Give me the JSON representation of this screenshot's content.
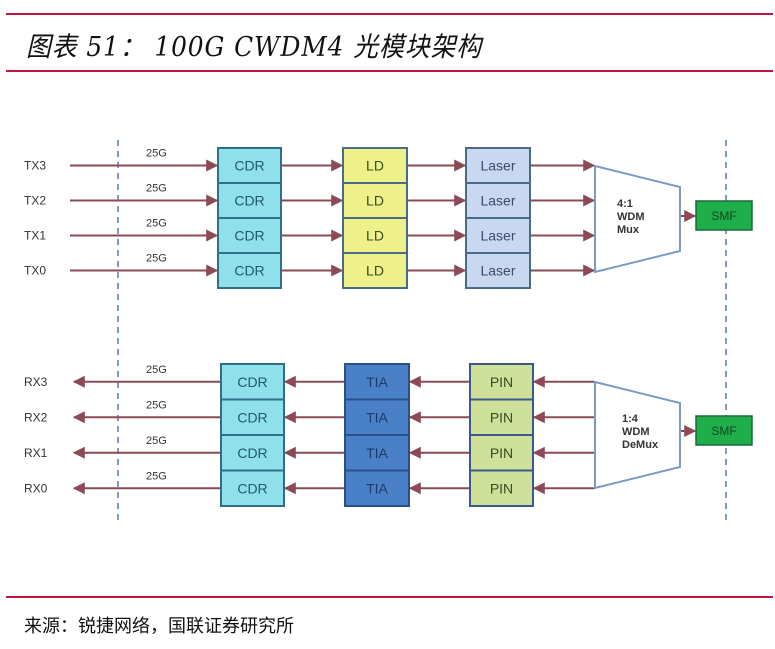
{
  "title": "图表 51： 100G CWDM4 光模块架构",
  "source": "来源：锐捷网络，国联证券研究所",
  "colors": {
    "rule": "#c0143c",
    "arrow": "#8b4a55",
    "dashed": "#5a7ab0",
    "cdr_fill": "#8fe0ea",
    "cdr_stroke": "#2f6f8a",
    "ld_fill": "#eef08a",
    "ld_stroke": "#4a6a8a",
    "laser_fill": "#c8d8f0",
    "laser_stroke": "#4a6a8a",
    "tia_fill": "#4a80c8",
    "tia_stroke": "#2a5088",
    "pin_fill": "#cfe09a",
    "pin_stroke": "#3a5a8a",
    "smf_fill": "#1fae4a",
    "smf_stroke": "#1a6a3a",
    "mux_stroke": "#7a9ac8"
  },
  "tx": {
    "lanes": [
      {
        "label": "TX3",
        "rate": "25G"
      },
      {
        "label": "TX2",
        "rate": "25G"
      },
      {
        "label": "TX1",
        "rate": "25G"
      },
      {
        "label": "TX0",
        "rate": "25G"
      }
    ],
    "stages": [
      "CDR",
      "LD",
      "Laser"
    ],
    "mux": [
      "4:1",
      "WDM",
      "Mux"
    ],
    "fiber": "SMF"
  },
  "rx": {
    "lanes": [
      {
        "label": "RX3",
        "rate": "25G"
      },
      {
        "label": "RX2",
        "rate": "25G"
      },
      {
        "label": "RX1",
        "rate": "25G"
      },
      {
        "label": "RX0",
        "rate": "25G"
      }
    ],
    "stages": [
      "CDR",
      "TIA",
      "PIN"
    ],
    "demux": [
      "1:4",
      "WDM",
      "DeMux"
    ],
    "fiber": "SMF"
  }
}
